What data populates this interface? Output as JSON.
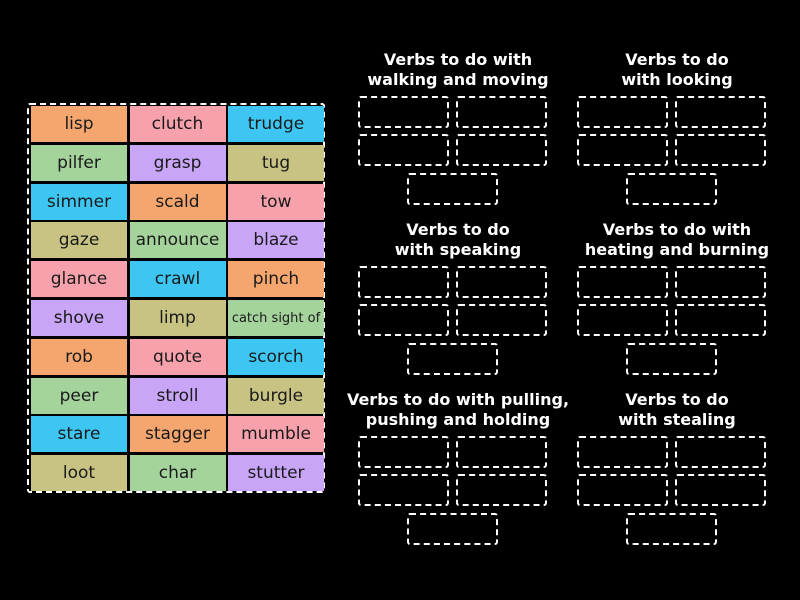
{
  "colors": {
    "orange": "#f5a66e",
    "pink": "#f7a1ad",
    "blue": "#3ec6f3",
    "green": "#a4d39b",
    "purple": "#c9a5f7",
    "olive": "#c8c383"
  },
  "cards": [
    {
      "label": "lisp",
      "color": "orange"
    },
    {
      "label": "clutch",
      "color": "pink"
    },
    {
      "label": "trudge",
      "color": "blue"
    },
    {
      "label": "pilfer",
      "color": "green"
    },
    {
      "label": "grasp",
      "color": "purple"
    },
    {
      "label": "tug",
      "color": "olive"
    },
    {
      "label": "simmer",
      "color": "blue"
    },
    {
      "label": "scald",
      "color": "orange"
    },
    {
      "label": "tow",
      "color": "pink"
    },
    {
      "label": "gaze",
      "color": "olive"
    },
    {
      "label": "announce",
      "color": "green"
    },
    {
      "label": "blaze",
      "color": "purple"
    },
    {
      "label": "glance",
      "color": "pink"
    },
    {
      "label": "crawl",
      "color": "blue"
    },
    {
      "label": "pinch",
      "color": "orange"
    },
    {
      "label": "shove",
      "color": "purple"
    },
    {
      "label": "limp",
      "color": "olive"
    },
    {
      "label": "catch sight of",
      "color": "green"
    },
    {
      "label": "rob",
      "color": "orange"
    },
    {
      "label": "quote",
      "color": "pink"
    },
    {
      "label": "scorch",
      "color": "blue"
    },
    {
      "label": "peer",
      "color": "green"
    },
    {
      "label": "stroll",
      "color": "purple"
    },
    {
      "label": "burgle",
      "color": "olive"
    },
    {
      "label": "stare",
      "color": "blue"
    },
    {
      "label": "stagger",
      "color": "orange"
    },
    {
      "label": "mumble",
      "color": "pink"
    },
    {
      "label": "loot",
      "color": "olive"
    },
    {
      "label": "char",
      "color": "green"
    },
    {
      "label": "stutter",
      "color": "purple"
    }
  ],
  "groups": [
    {
      "title_line1": "Verbs to do with",
      "title_line2": "walking and moving"
    },
    {
      "title_line1": "Verbs to do",
      "title_line2": "with looking"
    },
    {
      "title_line1": "Verbs to do",
      "title_line2": "with speaking"
    },
    {
      "title_line1": "Verbs to do with",
      "title_line2": "heating and burning"
    },
    {
      "title_line1": "Verbs to do with pulling,",
      "title_line2": "pushing and holding"
    },
    {
      "title_line1": "Verbs to do",
      "title_line2": "with stealing"
    }
  ]
}
